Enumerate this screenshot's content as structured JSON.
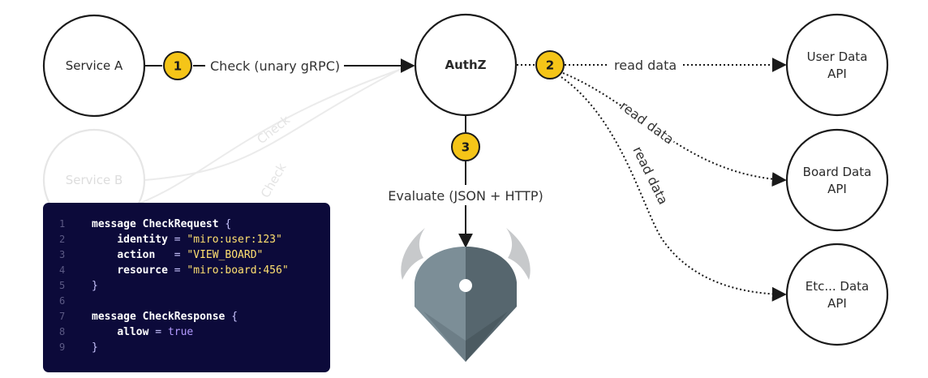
{
  "nodes": {
    "service_a": "Service A",
    "service_b": "Service B",
    "authz": "AuthZ",
    "user_data_api": [
      "User Data",
      "API"
    ],
    "board_data_api": [
      "Board Data",
      "API"
    ],
    "etc_data_api": [
      "Etc... Data",
      "API"
    ]
  },
  "edges": {
    "check_unary": "Check (unary gRPC)",
    "check_faded_1": "Check",
    "check_faded_2": "Check",
    "read_data_user": "read data",
    "read_data_board": "read data",
    "read_data_etc": "read data",
    "evaluate": "Evaluate (JSON + HTTP)"
  },
  "badges": [
    "1",
    "2",
    "3"
  ],
  "icons": {
    "opa_logo": "opa-horned-helmet-icon"
  },
  "colors": {
    "badge": "#f5c518",
    "code_bg": "#0c0a3a",
    "string": "#ffe070",
    "literal": "#b39bff"
  },
  "code": {
    "line_numbers": [
      "1",
      "2",
      "3",
      "4",
      "5",
      "6",
      "7",
      "8",
      "9"
    ],
    "l1": {
      "kw": "message",
      "name": "CheckRequest",
      "brace": "{"
    },
    "l2": {
      "field": "identity",
      "eq": "=",
      "value": "\"miro:user:123\""
    },
    "l3": {
      "field": "action",
      "eq": "=",
      "value": "\"VIEW_BOARD\""
    },
    "l4": {
      "field": "resource",
      "eq": "=",
      "value": "\"miro:board:456\""
    },
    "l5": {
      "brace": "}"
    },
    "l7": {
      "kw": "message",
      "name": "CheckResponse",
      "brace": "{"
    },
    "l8": {
      "field": "allow",
      "eq": "=",
      "value": "true"
    },
    "l9": {
      "brace": "}"
    }
  }
}
